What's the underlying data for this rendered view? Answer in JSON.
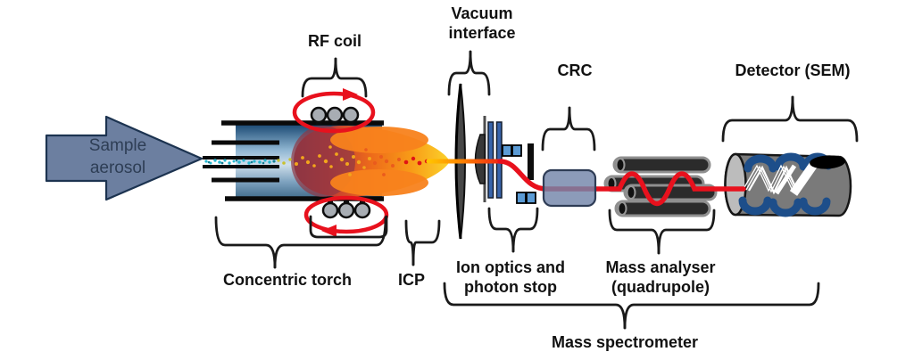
{
  "labels": {
    "sample_aerosol": "Sample\naerosol",
    "rf_coil": "RF coil",
    "vacuum_interface": "Vacuum\ninterface",
    "crc": "CRC",
    "detector": "Detector (SEM)",
    "concentric_torch": "Concentric torch",
    "icp": "ICP",
    "ion_optics": "Ion optics and\nphoton stop",
    "mass_analyser": "Mass analyser\n(quadrupole)",
    "mass_spectrometer": "Mass spectrometer"
  },
  "colors": {
    "beam_red": "#e8111d",
    "coil_arrow_red": "#e8111d",
    "sample_arrow_fill": "#6c7fa0",
    "sample_arrow_outline": "#1c3350",
    "torch_blue": "#8fb6d2",
    "plasma_maroon": "#8c3342",
    "plasma_orange": "#ee6b1a",
    "plasma_yellow_tip": "#fbd42c",
    "ion_lens_blue": "#3864ab",
    "small_box_blue": "#5b9bd5",
    "crc_fill": "#7385a9",
    "quad_rod_dark": "#2b2b2b",
    "detector_gray": "#7a7a7a",
    "dynode_navy": "#1d4e8a",
    "label_black": "#111111"
  }
}
